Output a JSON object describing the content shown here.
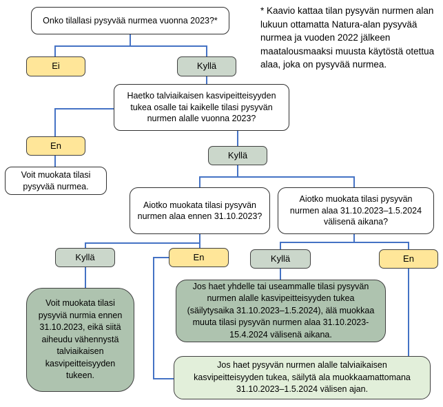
{
  "note": {
    "text": "* Kaavio kattaa tilan pysyvän nurmen alan lukuun ottamatta Natura-alan pysyvää nurmea ja vuoden 2022 jälkeen maatalousmaaksi muusta käytöstä otettua alaa, joka on pysyvää nurmea."
  },
  "nodes": {
    "q1": {
      "type": "decision",
      "label": "Onko tilallasi pysyvää nurmea vuonna 2023?*"
    },
    "ei1": {
      "type": "answer-no",
      "label": "Ei"
    },
    "kylla1": {
      "type": "answer-yes",
      "label": "Kyllä"
    },
    "q2": {
      "type": "decision",
      "label": "Haetko talviaikaisen kasvipeitteisyyden tukea osalle tai kaikelle tilasi pysyvän nurmen alalle vuonna 2023?"
    },
    "en1": {
      "type": "answer-no",
      "label": "En"
    },
    "res_white": {
      "type": "result",
      "label": "Voit muokata tilasi pysyvää nurmea."
    },
    "kylla2": {
      "type": "answer-yes",
      "label": "Kyllä"
    },
    "q3": {
      "type": "decision",
      "label": "Aiotko muokata tilasi pysyvän nurmen alaa ennen 31.10.2023?"
    },
    "q4": {
      "type": "decision",
      "label": "Aiotko muokata tilasi pysyvän nurmen alaa 31.10.2023–1.5.2024 välisenä aikana?"
    },
    "kylla3": {
      "type": "answer-yes",
      "label": "Kyllä"
    },
    "en2": {
      "type": "answer-no",
      "label": "En"
    },
    "kylla4": {
      "type": "answer-yes",
      "label": "Kyllä"
    },
    "en3": {
      "type": "answer-no",
      "label": "En"
    },
    "res_green_left": {
      "type": "result",
      "label": "Voit muokata tilasi pysyviä nurmia ennen 31.10.2023, eikä siitä aiheudu vähennystä talviaikaisen kasvipeitteisyyden tukeen."
    },
    "res_green_mid": {
      "type": "result",
      "label": "Jos haet yhdelle tai useammalle tilasi pysyvän nurmen alalle kasvipeitteisyyden tukea (säilytysaika 31.10.2023–1.5.2024), älä muokkaa muuta tilasi pysyvän nurmen alaa 31.10.2023-15.4.2024 välisenä aikana."
    },
    "res_light_green": {
      "type": "result",
      "label": "Jos haet pysyvän nurmen alalle talviaikaisen kasvipeitteisyyden tukea, säilytä ala muokkaamattomana 31.10.2023–1.5.2024 välisen ajan."
    }
  },
  "colors": {
    "answer_no_fill": "#FFE699",
    "answer_yes_fill": "#CBD7CB",
    "result_green_fill": "#AEC3AF",
    "result_light_green_fill": "#E2EFDA",
    "connector_blue": "#4472C4",
    "box_border": "#3F3F3F",
    "text": "#000000",
    "background": "#FFFFFF"
  }
}
